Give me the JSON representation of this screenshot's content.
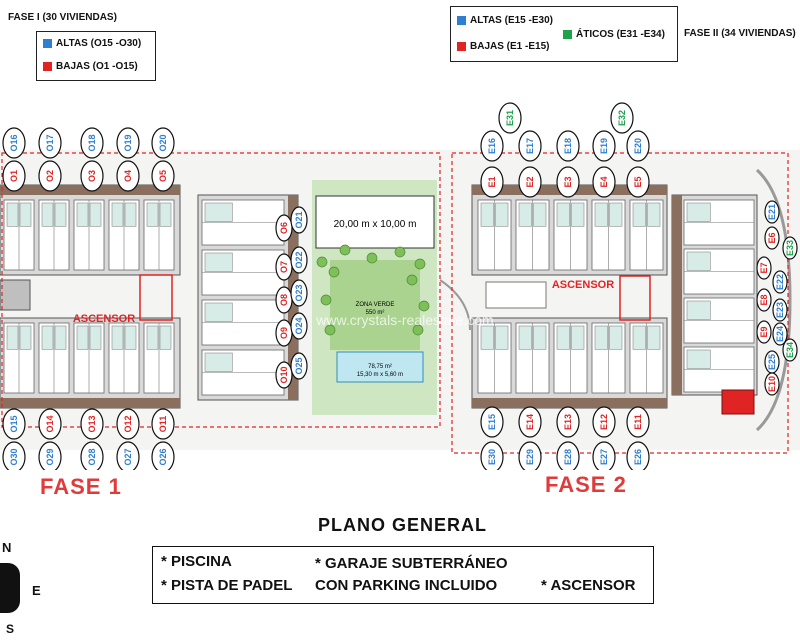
{
  "fase1_legend": {
    "title": "FASE I (30 VIVIENDAS)",
    "altas": "ALTAS (O15 -O30)",
    "bajas": "BAJAS (O1 -O15)",
    "altas_color": "#2f7fd1",
    "bajas_color": "#e02424"
  },
  "fase2_legend": {
    "title": "FASE II (34 VIVIENDAS)",
    "altas": "ALTAS (E15 -E30)",
    "bajas": "BAJAS (E1 -E15)",
    "aticos": "ÁTICOS (E31 -E34)",
    "altas_color": "#2f7fd1",
    "bajas_color": "#e02424",
    "aticos_color": "#1fa34a"
  },
  "phase_labels": {
    "fase1": "FASE 1",
    "fase2": "FASE 2"
  },
  "plan": {
    "title": "PLANO GENERAL",
    "pool_dims": "20,00 m x 10,00 m",
    "green_zone": "ZONA VERDE",
    "green_area": "550 m²",
    "pool_area": "78,75 m²",
    "pool_size": "15,30 m x 5,60 m",
    "elevator_left": "ASCENSOR",
    "elevator_right": "ASCENSOR",
    "watermark": "www.crystals-realestate.com",
    "boundary_color": "#e02424"
  },
  "amenities": {
    "piscina": "* PISCINA",
    "padel": "* PISTA DE PADEL",
    "garaje1": "* GARAJE SUBTERRÁNEO",
    "garaje2": "CON PARKING INCLUIDO",
    "ascensor": "* ASCENSOR"
  },
  "compass": {
    "n": "N",
    "e": "E",
    "s": "S"
  },
  "units": {
    "f1_top_upper": [
      "O16",
      "O17",
      "O18",
      "O19",
      "O20"
    ],
    "f1_top_lower": [
      "O1",
      "O2",
      "O3",
      "O4",
      "O5"
    ],
    "f1_bottom_upper": [
      "O15",
      "O14",
      "O13",
      "O12",
      "O11"
    ],
    "f1_bottom_lower": [
      "O30",
      "O29",
      "O28",
      "O27",
      "O26"
    ],
    "f1_side": [
      "O6",
      "O21",
      "O7",
      "O22",
      "O8",
      "O23",
      "O9",
      "O24",
      "O10",
      "O25"
    ],
    "f2_top_upper": [
      "E16",
      "E17",
      "E18",
      "E19",
      "E20"
    ],
    "f2_top_lower": [
      "E1",
      "E2",
      "E3",
      "E4",
      "E5"
    ],
    "f2_aticos_top": [
      "E31",
      "E32"
    ],
    "f2_bottom_upper": [
      "E15",
      "E14",
      "E13",
      "E12",
      "E11"
    ],
    "f2_bottom_lower": [
      "E30",
      "E29",
      "E28",
      "E27",
      "E26"
    ],
    "f2_side": [
      "E21",
      "E6",
      "E33",
      "E7",
      "E22",
      "E8",
      "E23",
      "E9",
      "E24",
      "E34",
      "E25",
      "E10"
    ]
  }
}
